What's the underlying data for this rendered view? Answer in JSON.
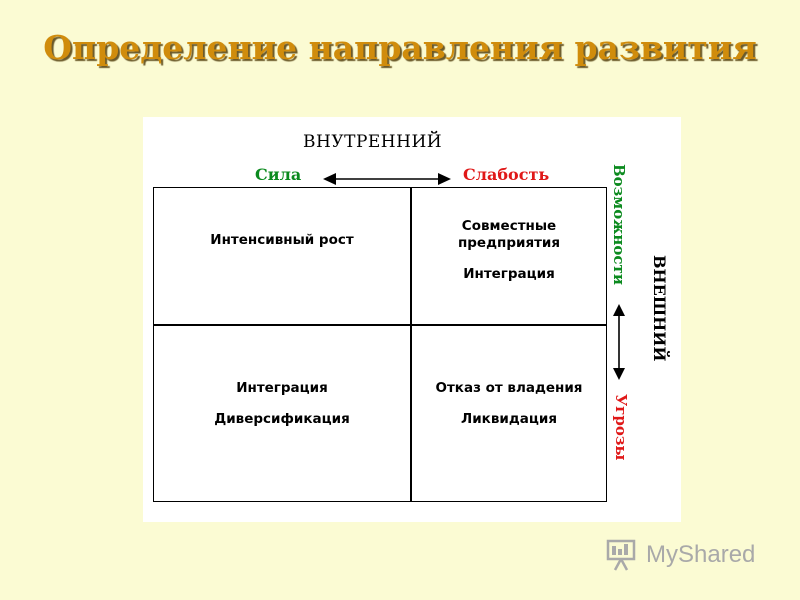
{
  "title": "Определение направления развития",
  "diagram": {
    "internal_label": "ВНУТРЕННИЙ",
    "strength_label": "Сила",
    "weakness_label": "Слабость",
    "external_label": "ВНЕШНИЙ",
    "opportunities_label": "Возможности",
    "threats_label": "Угрозы",
    "cells": {
      "top_left": [
        "Интенсивный рост"
      ],
      "top_right": [
        "Совместные",
        "предприятия",
        "Интеграция"
      ],
      "bottom_left": [
        "Интеграция",
        "Диверсификация"
      ],
      "bottom_right": [
        "Отказ от владения",
        "Ликвидация"
      ]
    }
  },
  "watermark": {
    "text": "MyShared"
  }
}
